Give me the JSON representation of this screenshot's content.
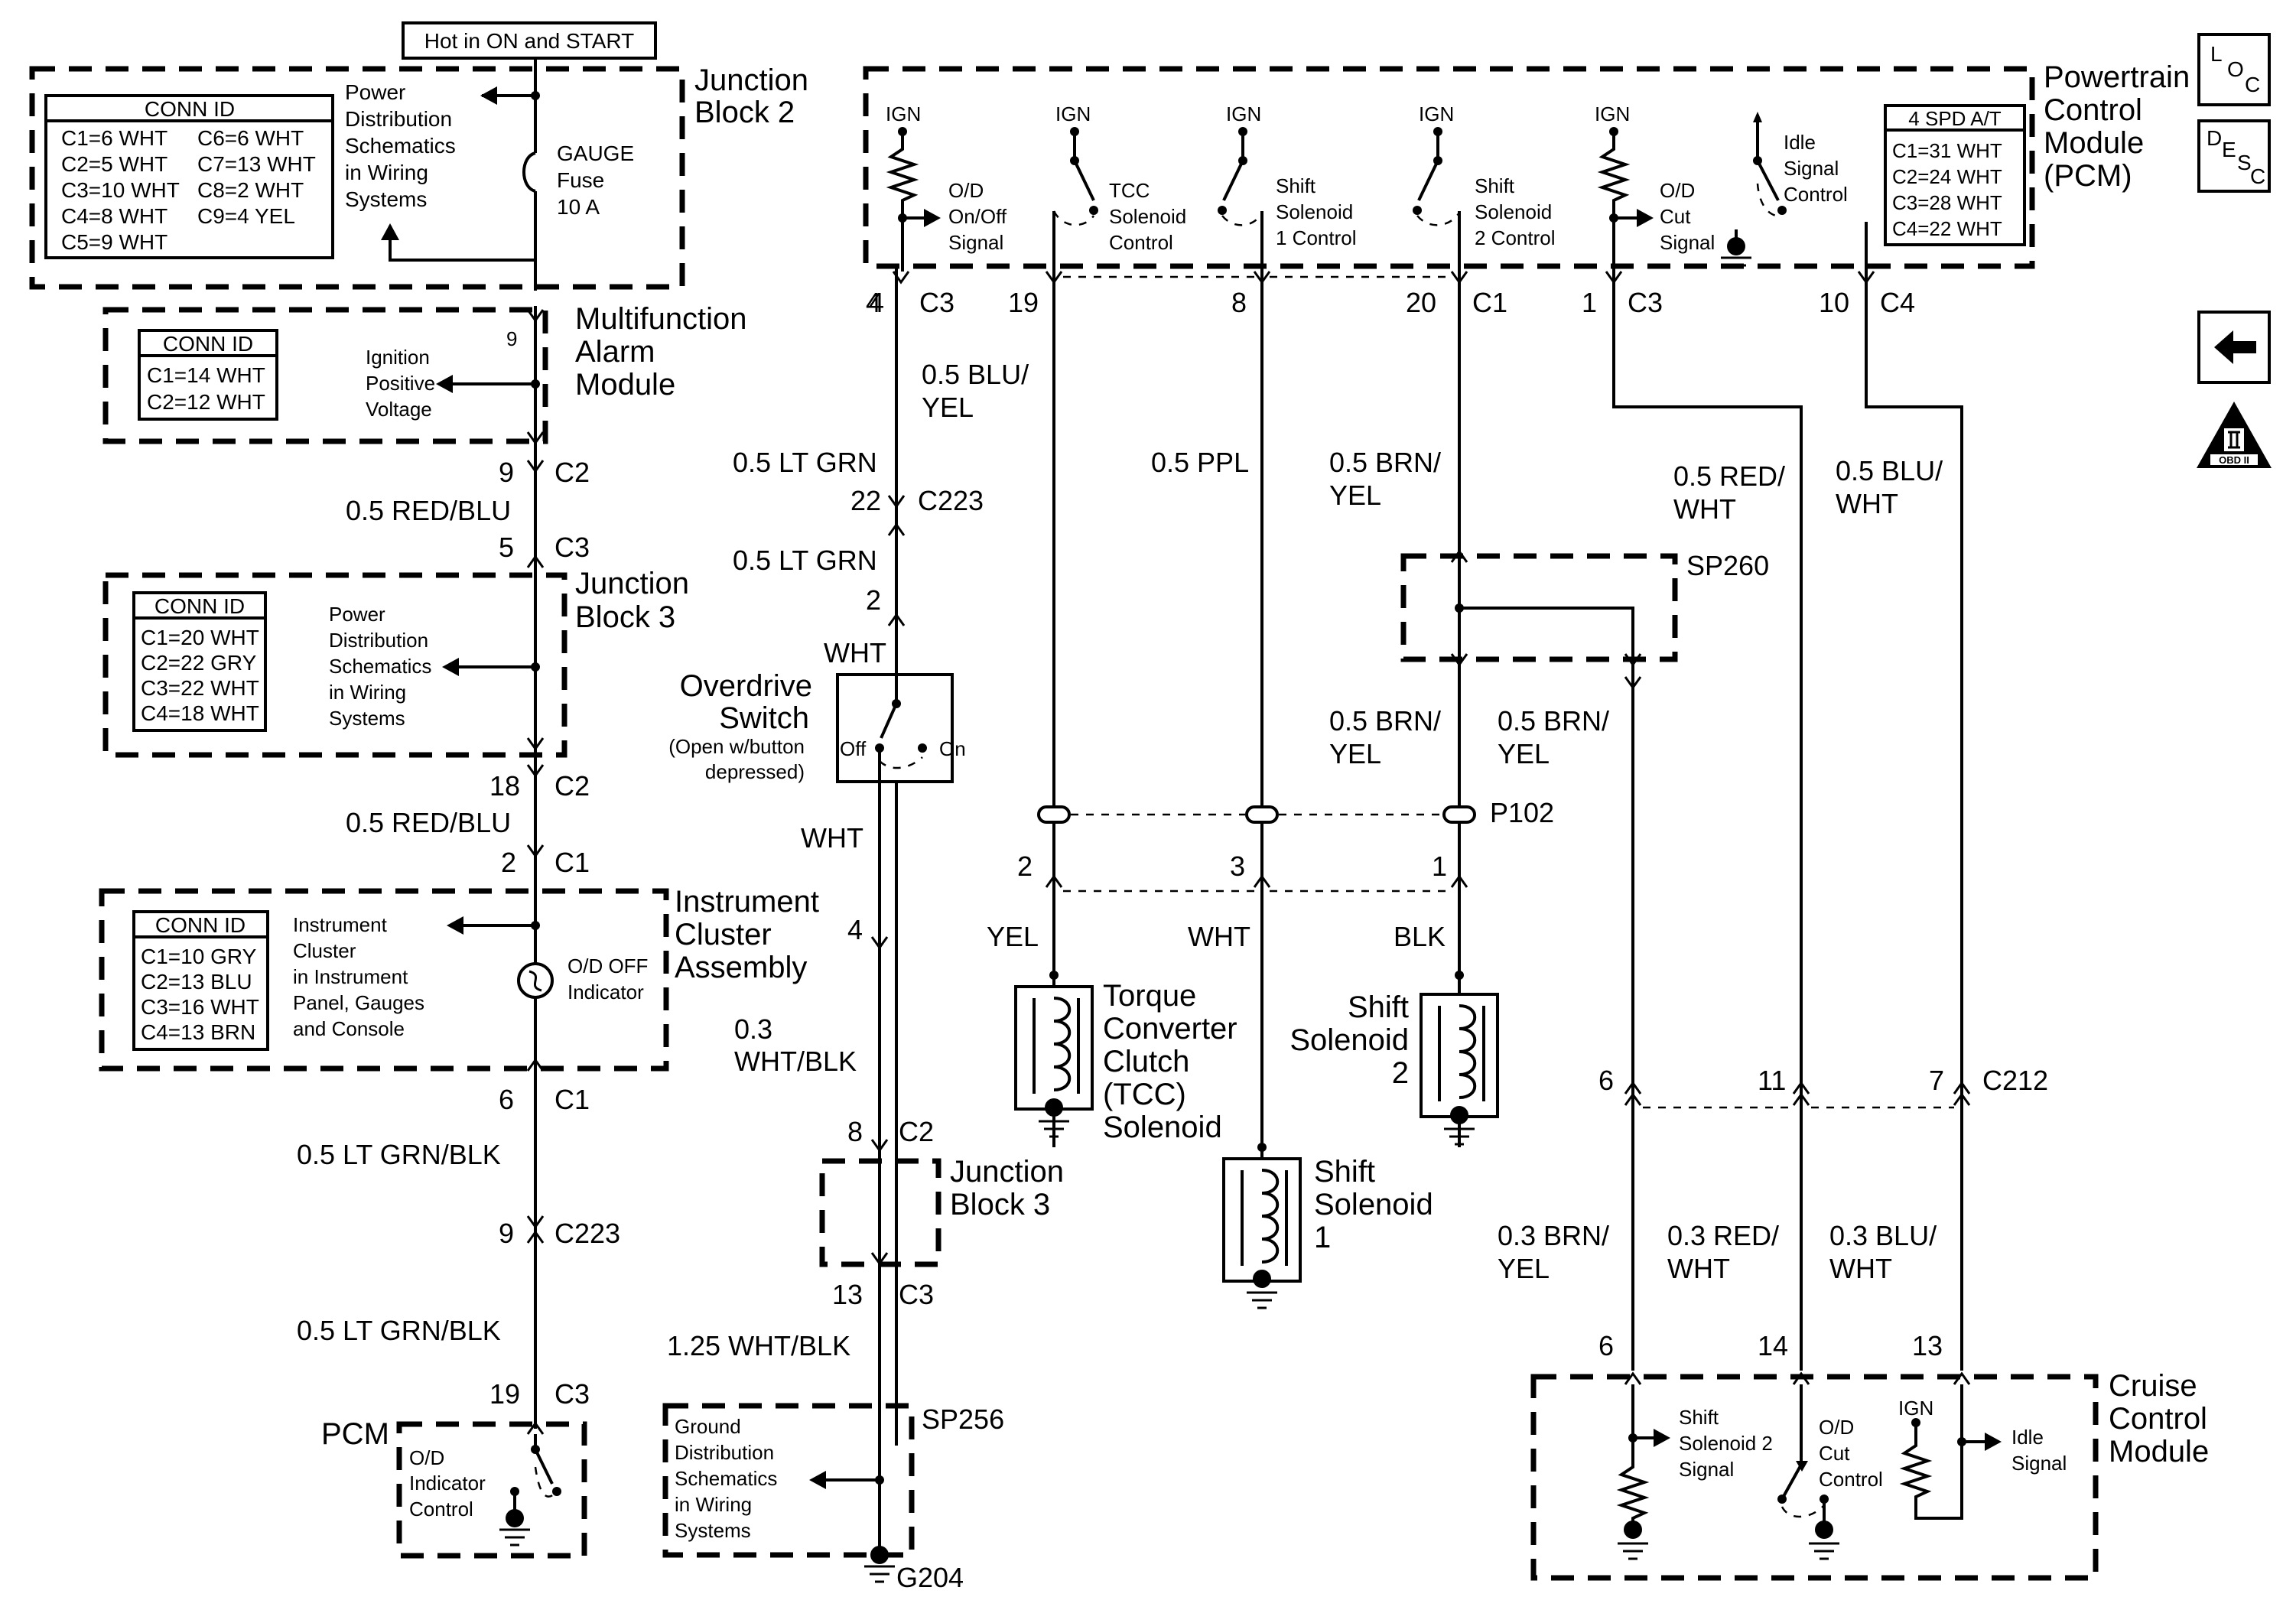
{
  "top_box": {
    "hot": "Hot in ON and START"
  },
  "jb2": {
    "title": [
      "Junction",
      "Block 2"
    ],
    "conn_id": {
      "header": "CONN ID",
      "rows": [
        [
          "C1=6 WHT",
          "C6=6 WHT"
        ],
        [
          "C2=5 WHT",
          "C7=13 WHT"
        ],
        [
          "C3=10 WHT",
          "C8=2 WHT"
        ],
        [
          "C4=8 WHT",
          "C9=4 YEL"
        ],
        [
          "C5=9 WHT",
          ""
        ]
      ]
    },
    "pd_text": [
      "Power",
      "Distribution",
      "Schematics",
      "in Wiring",
      "Systems"
    ],
    "fuse": [
      "GAUGE",
      "Fuse",
      "10 A"
    ]
  },
  "mam": {
    "title": [
      "Multifunction",
      "Alarm",
      "Module"
    ],
    "conn_id": {
      "header": "CONN ID",
      "rows": [
        "C1=14 WHT",
        "C2=12 WHT"
      ]
    },
    "pin": "9",
    "sig": [
      "Ignition",
      "Positive",
      "Voltage"
    ]
  },
  "left_chain": {
    "c9": "9",
    "c9c": "C2",
    "w1": "0.5 RED/BLU",
    "c5": "5",
    "c5c": "C3",
    "c18": "18",
    "c18c": "C2",
    "w2": "0.5 RED/BLU",
    "c2": "2",
    "c2c": "C1",
    "c6": "6",
    "c6c": "C1",
    "w3": "0.5 LT GRN/BLK",
    "c9b": "9",
    "c9bc": "C223",
    "w4": "0.5 LT GRN/BLK",
    "c19": "19",
    "c19c": "C3"
  },
  "jb3": {
    "title": [
      "Junction",
      "Block 3"
    ],
    "conn_id": {
      "header": "CONN ID",
      "rows": [
        "C1=20 WHT",
        "C2=22 GRY",
        "C3=22 WHT",
        "C4=18 WHT"
      ]
    },
    "pd_text": [
      "Power",
      "Distribution",
      "Schematics",
      "in Wiring",
      "Systems"
    ]
  },
  "ica": {
    "title": [
      "Instrument",
      "Cluster",
      "Assembly"
    ],
    "conn_id": {
      "header": "CONN ID",
      "rows": [
        "C1=10 GRY",
        "C2=13 BLU",
        "C3=16 WHT",
        "C4=13 BRN"
      ]
    },
    "text": [
      "Instrument",
      "Cluster",
      "in Instrument",
      "Panel, Gauges",
      "and Console"
    ],
    "indicator": [
      "O/D OFF",
      "Indicator"
    ]
  },
  "pcm_small": {
    "title": "PCM",
    "text": [
      "O/D",
      "Indicator",
      "Control"
    ]
  },
  "od_chain": {
    "c4": "4",
    "c4c": "C3",
    "w_ltgrn": "0.5 LT GRN",
    "c22": "22",
    "c22c": "C223",
    "w_ltgrn2": "0.5 LT GRN",
    "c2": "2",
    "wht1": "WHT",
    "sw_title": [
      "Overdrive",
      "Switch"
    ],
    "sw_note": [
      "(Open w/button",
      "depressed)"
    ],
    "off": "Off",
    "on": "On",
    "wht2": "WHT",
    "c4b": "4",
    "w_whtblk": [
      "0.3",
      "WHT/BLK"
    ],
    "c8": "8",
    "c8c": "C2",
    "jb3b": [
      "Junction",
      "Block 3"
    ],
    "c13": "13",
    "c13c": "C3",
    "w_125": "1.25 WHT/BLK",
    "sp256": "SP256",
    "gd_text": [
      "Ground",
      "Distribution",
      "Schematics",
      "in Wiring",
      "Systems"
    ],
    "g204": "G204"
  },
  "pcm": {
    "title": [
      "Powertrain",
      "Control",
      "Module",
      "(PCM)"
    ],
    "ign": "IGN",
    "od_sig": [
      "O/D",
      "On/Off",
      "Signal"
    ],
    "tcc_sol": [
      "TCC",
      "Solenoid",
      "Control"
    ],
    "ss1": [
      "Shift",
      "Solenoid",
      "1 Control"
    ],
    "ss2": [
      "Shift",
      "Solenoid",
      "2 Control"
    ],
    "odcut": [
      "O/D",
      "Cut",
      "Signal"
    ],
    "idle": [
      "Idle",
      "Signal",
      "Control"
    ],
    "conn_id": {
      "header": "4 SPD A/T",
      "rows": [
        "C1=31 WHT",
        "C2=24 WHT",
        "C3=28 WHT",
        "C4=22 WHT"
      ]
    },
    "p4": "4",
    "p4c": "C3",
    "p19": "19",
    "p8": "8",
    "p20": "20",
    "p20c": "C1",
    "p1": "1",
    "p1c": "C3",
    "p10": "10",
    "p10c": "C4"
  },
  "mid_wires": {
    "blu_yel": [
      "0.5 BLU/",
      "YEL"
    ],
    "ppl": "0.5 PPL",
    "brn_yel": [
      "0.5 BRN/",
      "YEL"
    ],
    "sp260": "SP260",
    "brn_yel2": [
      "0.5 BRN/",
      "YEL"
    ],
    "brn_yel3": [
      "0.5 BRN/",
      "YEL"
    ],
    "p102": "P102",
    "p102_2": "2",
    "p102_3": "3",
    "p102_1": "1",
    "yel": "YEL",
    "wht": "WHT",
    "blk": "BLK",
    "tcc": [
      "Torque",
      "Converter",
      "Clutch",
      "(TCC)",
      "Solenoid"
    ],
    "ss1": [
      "Shift",
      "Solenoid",
      "1"
    ],
    "ss2": [
      "Shift",
      "Solenoid",
      "2"
    ]
  },
  "right": {
    "red_wht": [
      "0.5 RED/",
      "WHT"
    ],
    "blu_wht": [
      "0.5 BLU/",
      "WHT"
    ],
    "c212_6": "6",
    "c212_11": "11",
    "c212_7": "7",
    "c212": "C212",
    "w_brn": [
      "0.3 BRN/",
      "YEL"
    ],
    "w_red": [
      "0.3 RED/",
      "WHT"
    ],
    "w_blu": [
      "0.3 BLU/",
      "WHT"
    ],
    "p6": "6",
    "p14": "14",
    "p13": "13",
    "ccm": [
      "Cruise",
      "Control",
      "Module"
    ],
    "ss2sig": [
      "Shift",
      "Solenoid 2",
      "Signal"
    ],
    "odcut": [
      "O/D",
      "Cut",
      "Control"
    ],
    "ign": "IGN",
    "idle": [
      "Idle",
      "Signal"
    ]
  },
  "icons": {
    "loc": [
      "L",
      "O",
      "C"
    ],
    "desc": [
      "D",
      "E",
      "S",
      "C"
    ],
    "back": "back-arrow-icon",
    "obd": "OBD II"
  }
}
